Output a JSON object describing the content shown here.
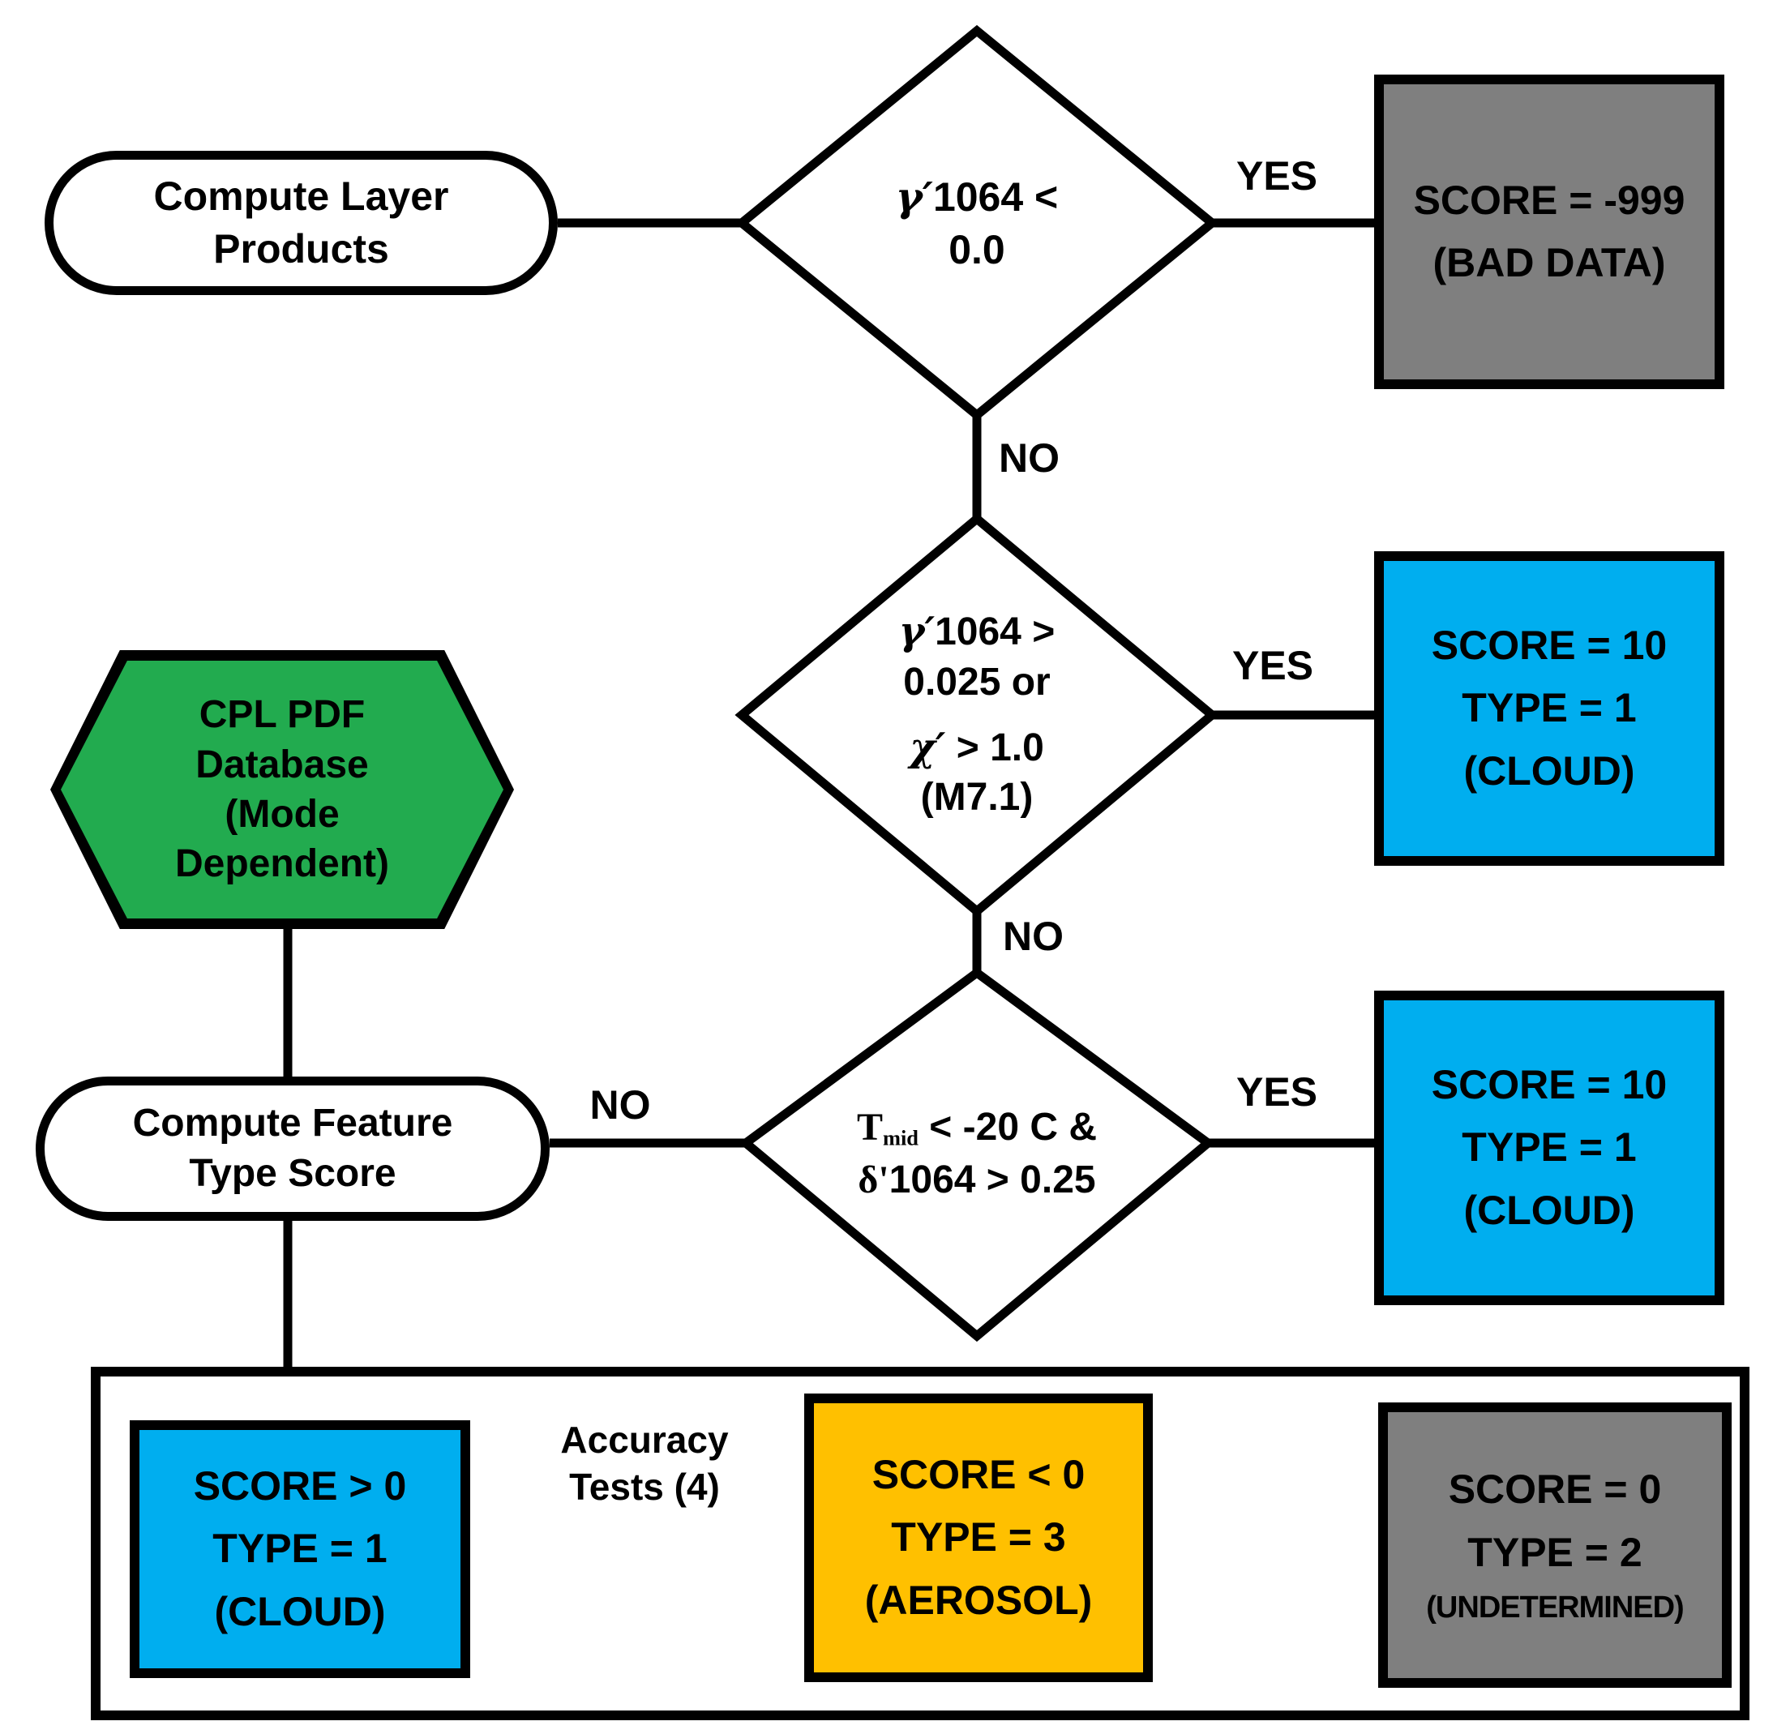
{
  "start": {
    "line1": "Compute Layer",
    "line2": "Products"
  },
  "decision1": {
    "greek": "γ′",
    "cond": "1064 <",
    "value": "0.0",
    "yes": "YES",
    "no": "NO"
  },
  "bad_data": {
    "line1": "SCORE = -999",
    "line2": "(BAD DATA)"
  },
  "decision2": {
    "greek": "γ′",
    "cond": "1064 >",
    "line2": "0.025 or",
    "chi": "χ′",
    "chi_cond": " > 1.0",
    "mode": "(M7.1)",
    "yes": "YES",
    "no": "NO"
  },
  "cloud_top": {
    "line1": "SCORE = 10",
    "line2": "TYPE = 1",
    "line3": "(CLOUD)"
  },
  "decision3": {
    "T": "T",
    "sub": "mid",
    "cond": " < -20 C &",
    "delta": "δ'",
    "cond2": "1064 > 0.25",
    "yes": "YES",
    "no": "NO"
  },
  "cloud_mid": {
    "line1": "SCORE = 10",
    "line2": "TYPE = 1",
    "line3": "(CLOUD)"
  },
  "database": {
    "line1": "CPL PDF",
    "line2": "Database",
    "line3": "(Mode",
    "line4": "Dependent)"
  },
  "compute_feature": {
    "line1": "Compute Feature",
    "line2": "Type Score"
  },
  "accuracy": {
    "line1": "Accuracy",
    "line2": "Tests (4)"
  },
  "cloud_final": {
    "line1": "SCORE > 0",
    "line2": "TYPE = 1",
    "line3": "(CLOUD)"
  },
  "aerosol": {
    "line1": "SCORE < 0",
    "line2": "TYPE = 3",
    "line3": "(AEROSOL)"
  },
  "undetermined": {
    "line1": "SCORE = 0",
    "line2": "TYPE = 2",
    "line3": "(UNDETERMINED)"
  },
  "colors": {
    "cloud": "#00AEEF",
    "aerosol": "#FFC000",
    "neutral_gray": "#7F7F7F",
    "database_green": "#22AB4F",
    "line": "#000000"
  }
}
